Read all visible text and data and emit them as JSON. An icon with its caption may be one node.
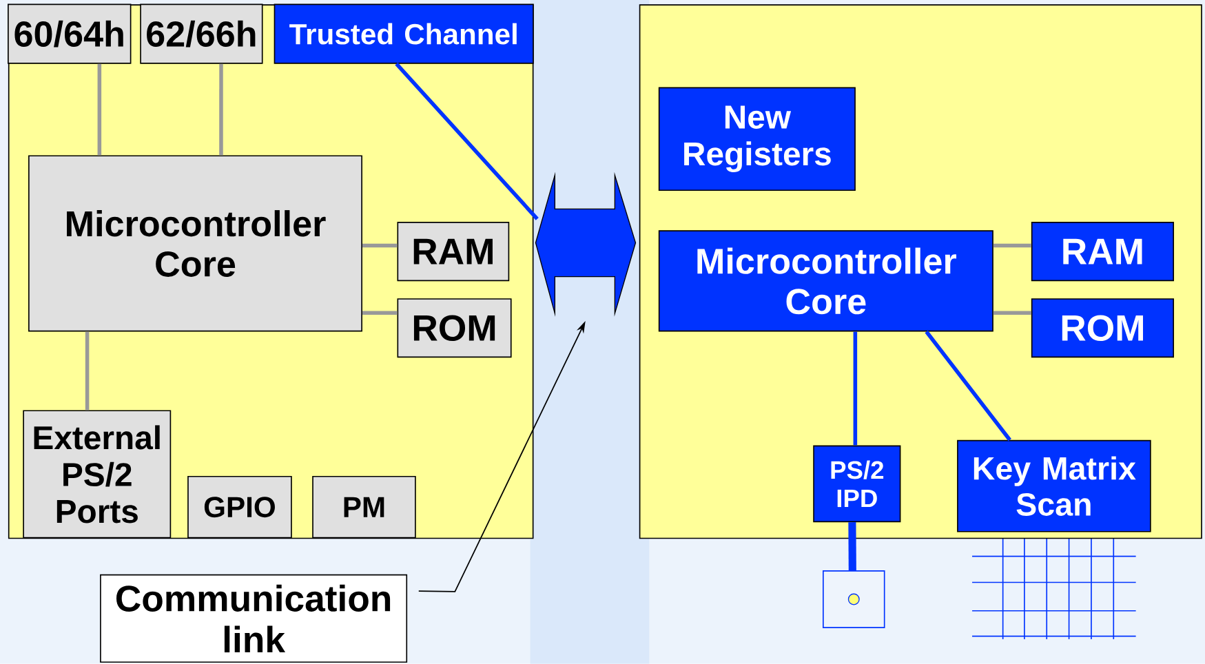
{
  "diagram": {
    "nodes": [
      {
        "text": [],
        "shape": "box"
      },
      {
        "text": [],
        "shape": "box"
      },
      {
        "text": [
          "60/64h"
        ],
        "in": 0
      },
      {
        "text": [
          "62/66h"
        ],
        "in": 0
      },
      {
        "text": [
          "Trusted Channel"
        ],
        "in": 0
      },
      {
        "text": [
          "Microcontroller Core"
        ],
        "in": 0
      },
      {
        "text": [
          "RAM"
        ],
        "in": 0
      },
      {
        "text": [
          "ROM"
        ],
        "in": 0
      },
      {
        "text": [
          "External PS/2 Ports"
        ],
        "in": 0
      },
      {
        "text": [
          "GPIO"
        ],
        "in": 0
      },
      {
        "text": [
          "PM"
        ],
        "in": 0
      },
      {
        "text": [
          "New Registers"
        ],
        "in": 1
      },
      {
        "text": [
          "Microcontroller Core"
        ],
        "in": 1
      },
      {
        "text": [
          "RAM"
        ],
        "in": 1
      },
      {
        "text": [
          "ROM"
        ],
        "in": 1
      },
      {
        "text": [
          "PS/2 IPD"
        ],
        "in": 1
      },
      {
        "text": [
          "Key Matrix Scan"
        ],
        "in": 1
      },
      {
        "text": [],
        "shape": "arrow"
      },
      {
        "text": [
          "Communication link"
        ]
      },
      {
        "text": [],
        "shape": "box"
      }
    ],
    "edges": [
      {
        "from": 2,
        "to": 5,
        "arrow": "none"
      },
      {
        "from": 3,
        "to": 5,
        "arrow": "none"
      },
      {
        "from": 5,
        "to": 6,
        "arrow": "none"
      },
      {
        "from": 5,
        "to": 7,
        "arrow": "none"
      },
      {
        "from": 5,
        "to": 8,
        "arrow": "none"
      },
      {
        "from": 4,
        "to": 17,
        "arrow": "none",
        "color": "#0033ff"
      },
      {
        "from": 12,
        "to": 13,
        "arrow": "none"
      },
      {
        "from": 12,
        "to": 14,
        "arrow": "none"
      },
      {
        "from": 12,
        "to": 15,
        "arrow": "none",
        "color": "#0033ff"
      },
      {
        "from": 12,
        "to": 16,
        "arrow": "none",
        "color": "#0033ff"
      },
      {
        "from": 15,
        "to": 19,
        "arrow": "none",
        "color": "#0033ff",
        "style": "thick"
      },
      {
        "from": 18,
        "to": 17,
        "arrow": "to",
        "color": "#000000"
      }
    ]
  }
}
